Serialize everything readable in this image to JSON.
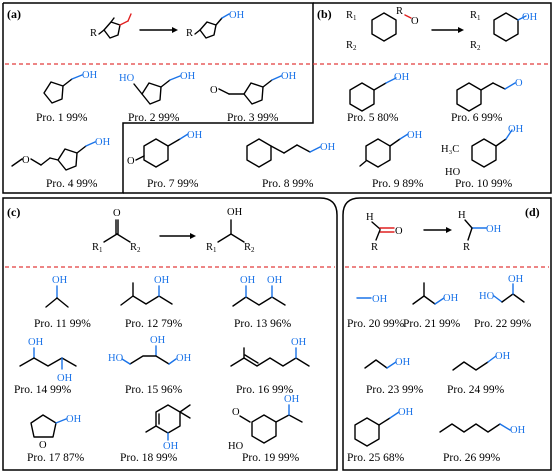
{
  "panels": {
    "a": {
      "label": "(a)",
      "scheme": {
        "r": "R",
        "oh": "OH"
      },
      "products": [
        {
          "label": "Pro. 1",
          "yield": "99%",
          "ohs": [
            "OH"
          ]
        },
        {
          "label": "Pro. 2",
          "yield": "99%",
          "ohs": [
            "HO",
            "OH"
          ]
        },
        {
          "label": "Pro. 3",
          "yield": "99%",
          "ohs": [
            "OH"
          ],
          "o": "O"
        },
        {
          "label": "Pro. 4",
          "yield": "99%",
          "ohs": [
            "OH"
          ],
          "o": "O"
        }
      ]
    },
    "b": {
      "label": "(b)",
      "scheme": {
        "r1": "R",
        "r1sub": "1",
        "r2": "R",
        "r2sub": "2",
        "rtop": "R",
        "o": "O",
        "oh": "OH"
      },
      "products": [
        {
          "label": "Pro. 5",
          "yield": "80%",
          "ohs": [
            "OH"
          ]
        },
        {
          "label": "Pro. 6",
          "yield": "99%",
          "ohs": [
            "O"
          ]
        },
        {
          "label": "Pro. 7",
          "yield": "99%",
          "ohs": [
            "OH"
          ],
          "o": "O"
        },
        {
          "label": "Pro. 8",
          "yield": "99%",
          "ohs": [
            "OH"
          ]
        },
        {
          "label": "Pro. 9",
          "yield": "89%",
          "ohs": [
            "OH"
          ]
        },
        {
          "label": "Pro. 10",
          "yield": "99%",
          "ohs": [
            "OH"
          ],
          "extra": [
            "H₃C",
            "HO"
          ]
        }
      ]
    },
    "c": {
      "label": "(c)",
      "scheme": {
        "o": "O",
        "r1": "R",
        "r1sub": "1",
        "r2": "R",
        "r2sub": "2",
        "oh": "OH"
      },
      "products": [
        {
          "label": "Pro. 11",
          "yield": "99%",
          "ohs": [
            "OH"
          ]
        },
        {
          "label": "Pro. 12",
          "yield": "79%",
          "ohs": [
            "OH"
          ]
        },
        {
          "label": "Pro. 13",
          "yield": "96%",
          "ohs": [
            "OH",
            "OH"
          ]
        },
        {
          "label": "Pro. 14",
          "yield": "99%",
          "ohs": [
            "OH",
            "OH"
          ]
        },
        {
          "label": "Pro. 15",
          "yield": "96%",
          "ohs": [
            "OH",
            "HO",
            "OH"
          ]
        },
        {
          "label": "Pro. 16",
          "yield": "99%",
          "ohs": [
            "OH"
          ]
        },
        {
          "label": "Pro. 17",
          "yield": "87%",
          "ohs": [
            "OH"
          ],
          "o": "O"
        },
        {
          "label": "Pro. 18",
          "yield": "99%",
          "ohs": [
            "OH"
          ]
        },
        {
          "label": "Pro. 19",
          "yield": "99%",
          "ohs": [
            "OH"
          ],
          "extra": [
            "O",
            "HO"
          ]
        }
      ]
    },
    "d": {
      "label": "(d)",
      "scheme": {
        "h": "H",
        "o": "O",
        "r": "R",
        "oh": "OH"
      },
      "products": [
        {
          "label": "Pro. 20",
          "yield": "99%",
          "ohs": [
            "OH"
          ]
        },
        {
          "label": "Pro. 21",
          "yield": "99%",
          "ohs": [
            "OH"
          ]
        },
        {
          "label": "Pro. 22",
          "yield": "99%",
          "ohs": [
            "HO",
            "OH"
          ]
        },
        {
          "label": "Pro. 23",
          "yield": "99%",
          "ohs": [
            "OH"
          ]
        },
        {
          "label": "Pro. 24",
          "yield": "99%",
          "ohs": [
            "OH"
          ]
        },
        {
          "label": "Pro. 25",
          "yield": "68%",
          "ohs": [
            "OH"
          ]
        },
        {
          "label": "Pro. 26",
          "yield": "99%",
          "ohs": [
            "OH"
          ]
        }
      ]
    }
  },
  "colors": {
    "hydroxyl": "#1a73e8",
    "carbonyl": "#e02020",
    "divider": "#e23c3c"
  }
}
